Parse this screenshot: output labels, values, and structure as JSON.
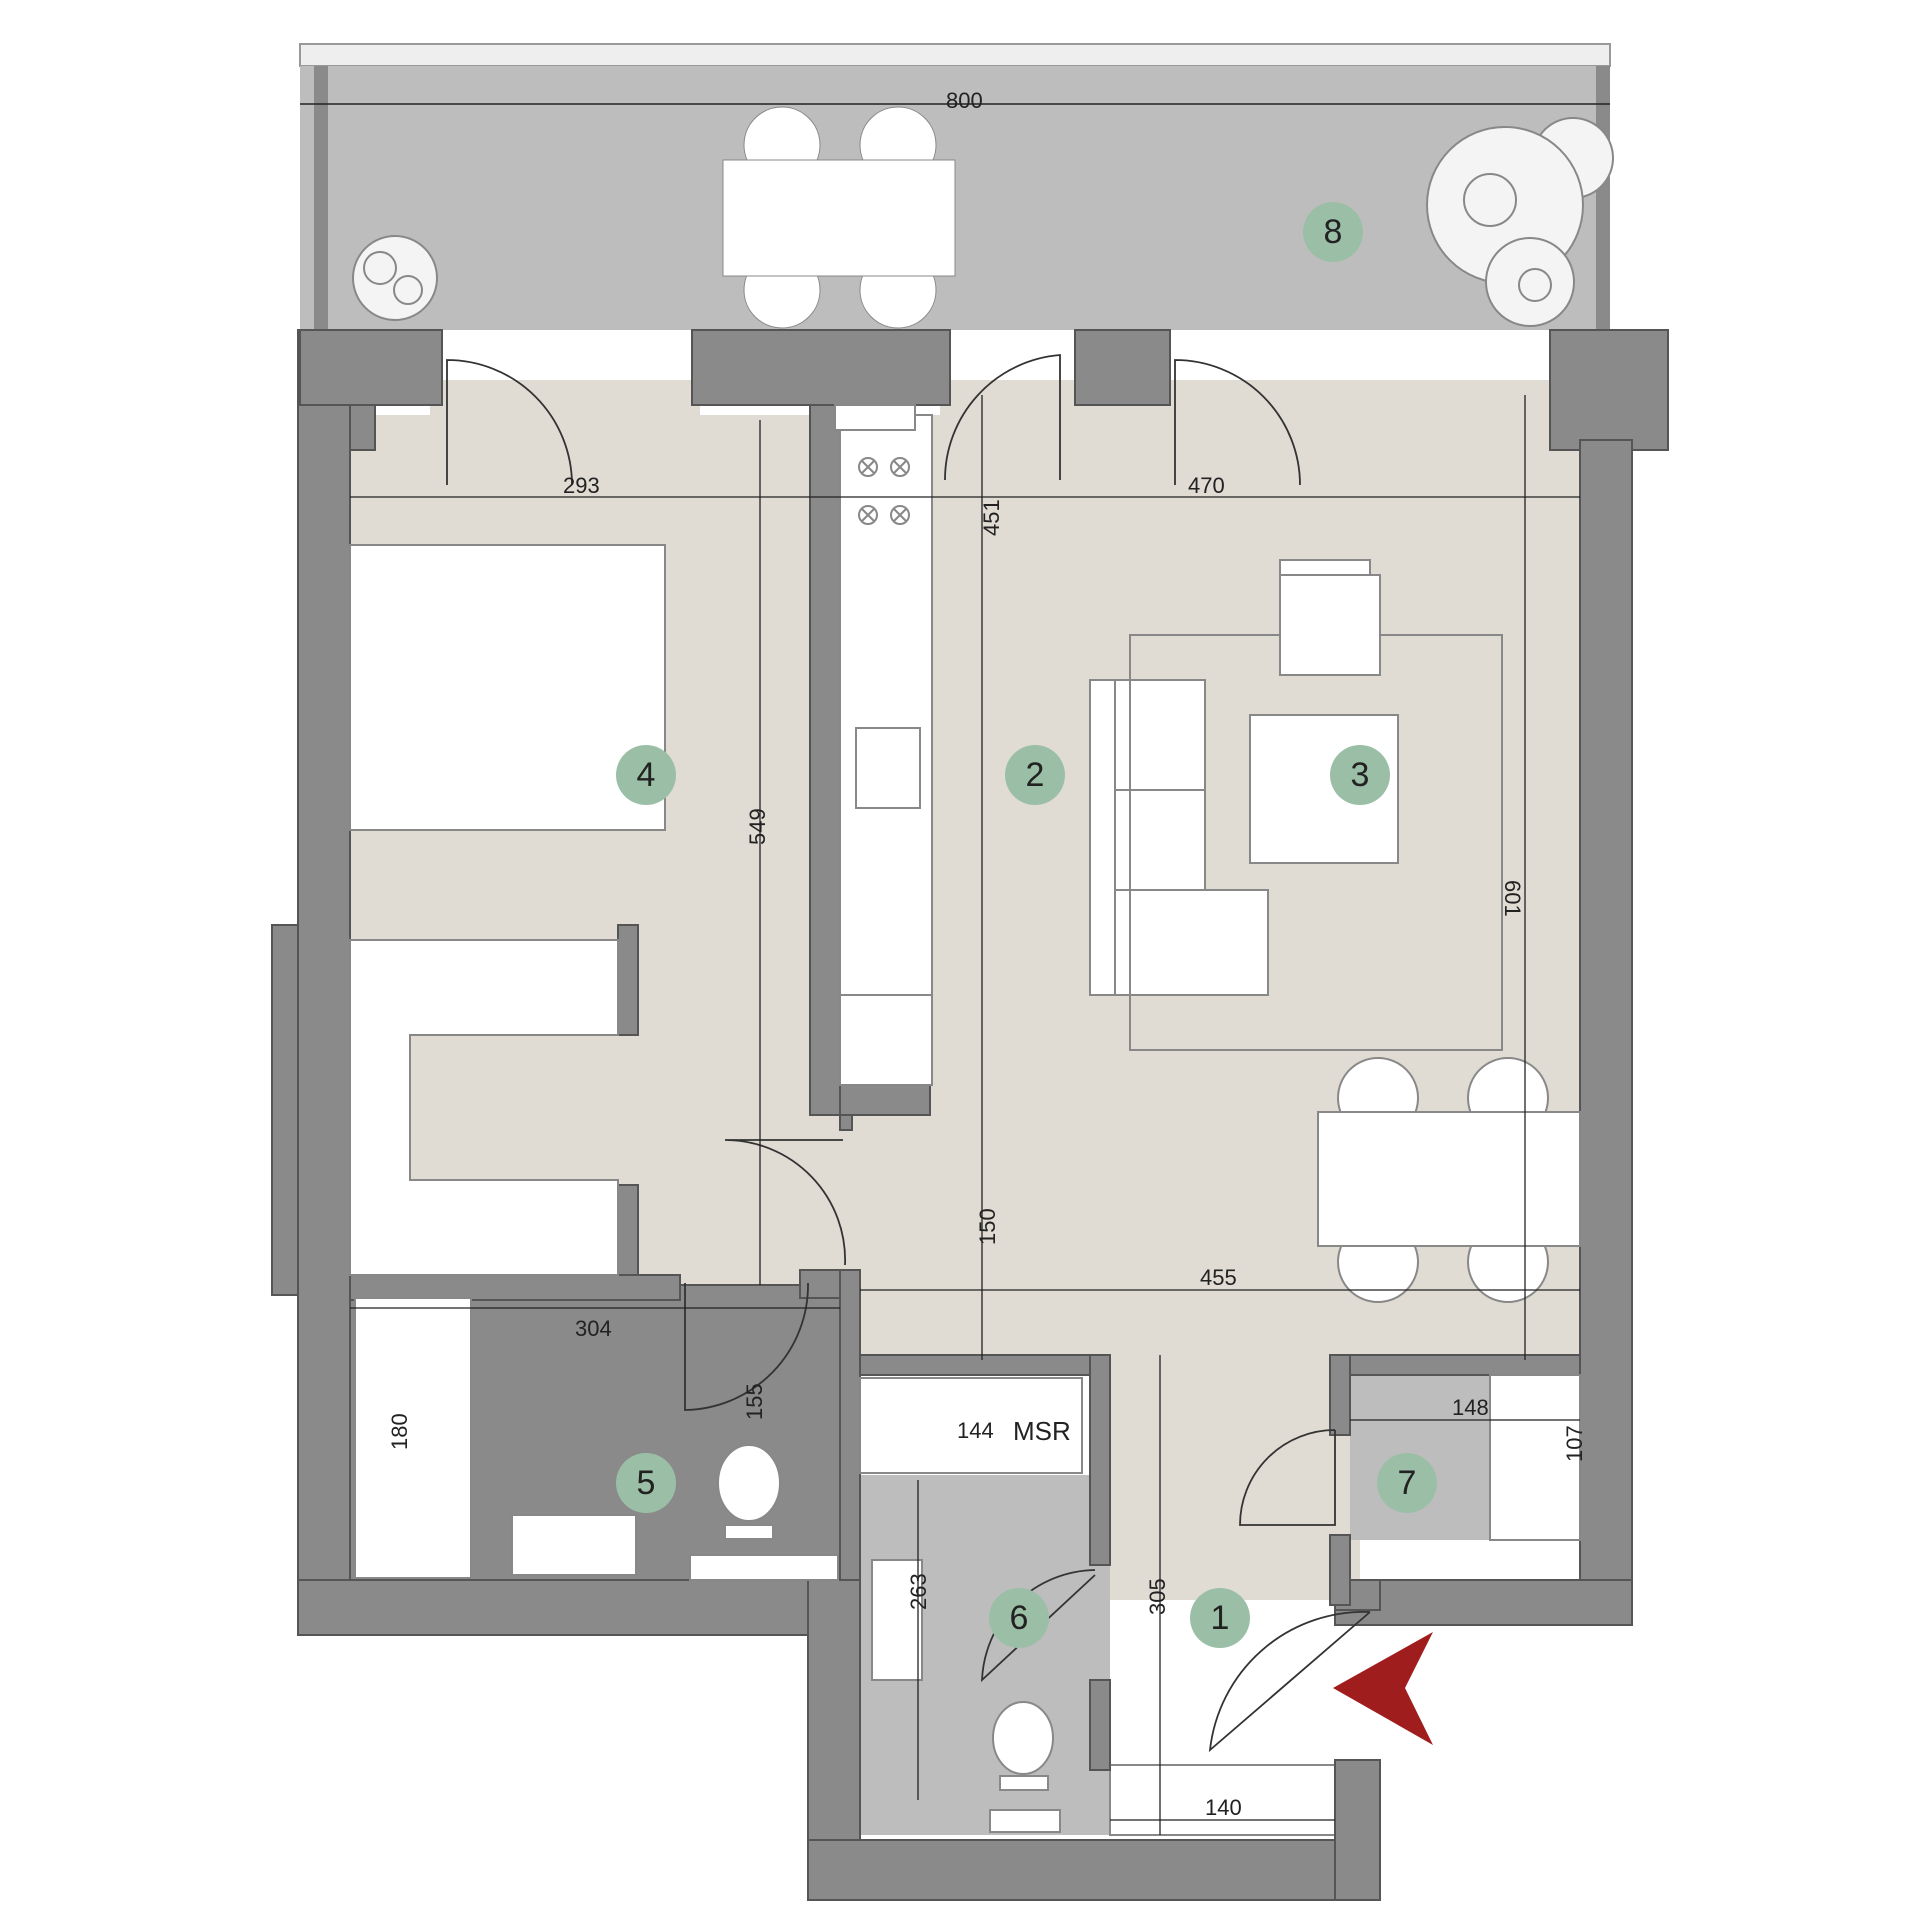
{
  "colors": {
    "wall": "#8a8a8a",
    "floor_main": "#e0dbd3",
    "floor_wet": "#bdbdbd",
    "terrace": "#bdbdbd",
    "badge": "#9bbfa6",
    "entrance_arrow": "#a01d1d"
  },
  "rooms": [
    {
      "id": "1",
      "label": "1"
    },
    {
      "id": "2",
      "label": "2"
    },
    {
      "id": "3",
      "label": "3"
    },
    {
      "id": "4",
      "label": "4"
    },
    {
      "id": "5",
      "label": "5"
    },
    {
      "id": "6",
      "label": "6"
    },
    {
      "id": "7",
      "label": "7"
    },
    {
      "id": "8",
      "label": "8"
    }
  ],
  "dimensions": {
    "terrace_width": "800",
    "bedroom_width": "293",
    "living_width": "470",
    "kitchen_depth": "451",
    "bedroom_depth": "549",
    "living_depth": "601",
    "hall_upper": "150",
    "hall_width": "455",
    "bath_width": "304",
    "bath_depth": "155",
    "tub_length": "180",
    "msr_width": "144",
    "wc_depth": "263",
    "hall_depth": "305",
    "closet_width": "148",
    "closet_depth": "107",
    "entry_width": "140"
  },
  "labels": {
    "msr": "MSR"
  },
  "icons": [
    "entrance-arrow-icon",
    "plant-icon",
    "toilet-icon",
    "sink-icon",
    "stove-icon"
  ]
}
